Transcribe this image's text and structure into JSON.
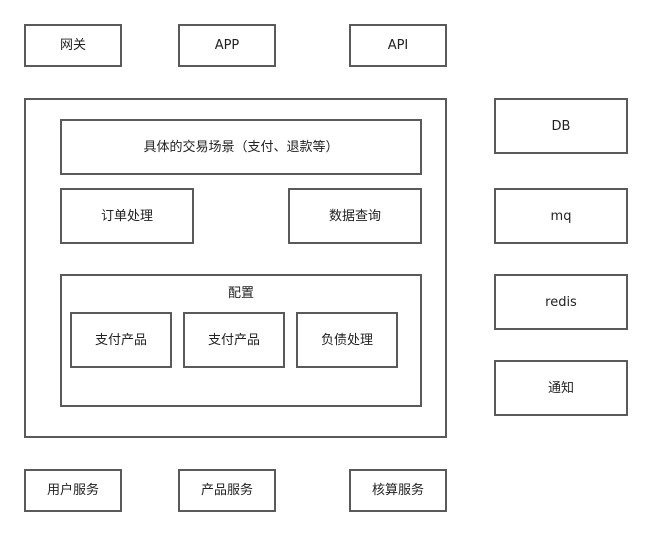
{
  "top_row": {
    "gateway": "网关",
    "app": "APP",
    "api": "API"
  },
  "core": {
    "scenario": "具体的交易场景（支付、退款等）",
    "order_processing": "订单处理",
    "data_query": "数据查询",
    "config": {
      "title": "配置",
      "items": [
        "支付产品",
        "支付产品",
        "负债处理"
      ]
    }
  },
  "right_column": {
    "db": "DB",
    "mq": "mq",
    "redis": "redis",
    "notify": "通知"
  },
  "bottom_row": {
    "user_service": "用户服务",
    "product_service": "产品服务",
    "accounting_service": "核算服务"
  }
}
